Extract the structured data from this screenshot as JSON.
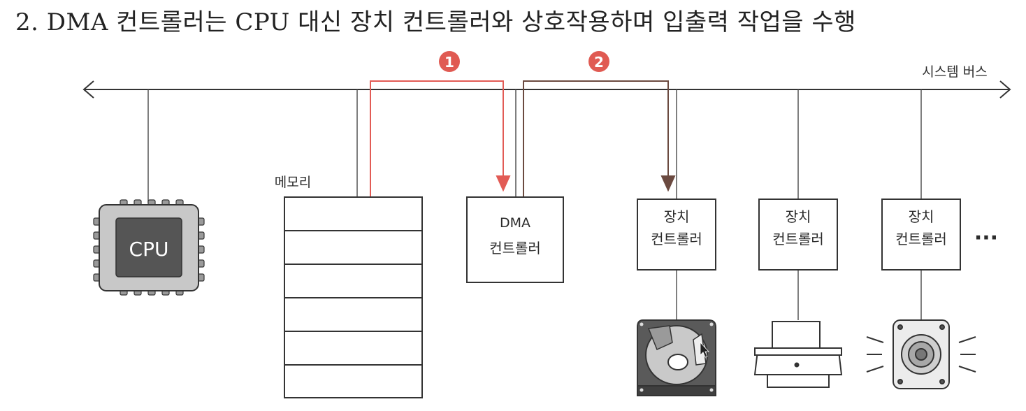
{
  "title": "2. DMA 컨트롤러는 CPU 대신 장치 컨트롤러와 상호작용하며 입출력 작업을 수행",
  "bus_label": "시스템 버스",
  "cpu_label": "CPU",
  "memory_label": "메모리",
  "dma": {
    "line1": "DMA",
    "line2": "컨트롤러"
  },
  "device_controllers": [
    {
      "line1": "장치",
      "line2": "컨트롤러"
    },
    {
      "line1": "장치",
      "line2": "컨트롤러"
    },
    {
      "line1": "장치",
      "line2": "컨트롤러"
    }
  ],
  "ellipsis": "···",
  "steps": [
    {
      "number": "1",
      "color": "#e05a52"
    },
    {
      "number": "2",
      "color": "#e05a52"
    }
  ],
  "colors": {
    "arrow1": "#e25b55",
    "arrow2": "#6b4a40",
    "bus": "#333333"
  }
}
